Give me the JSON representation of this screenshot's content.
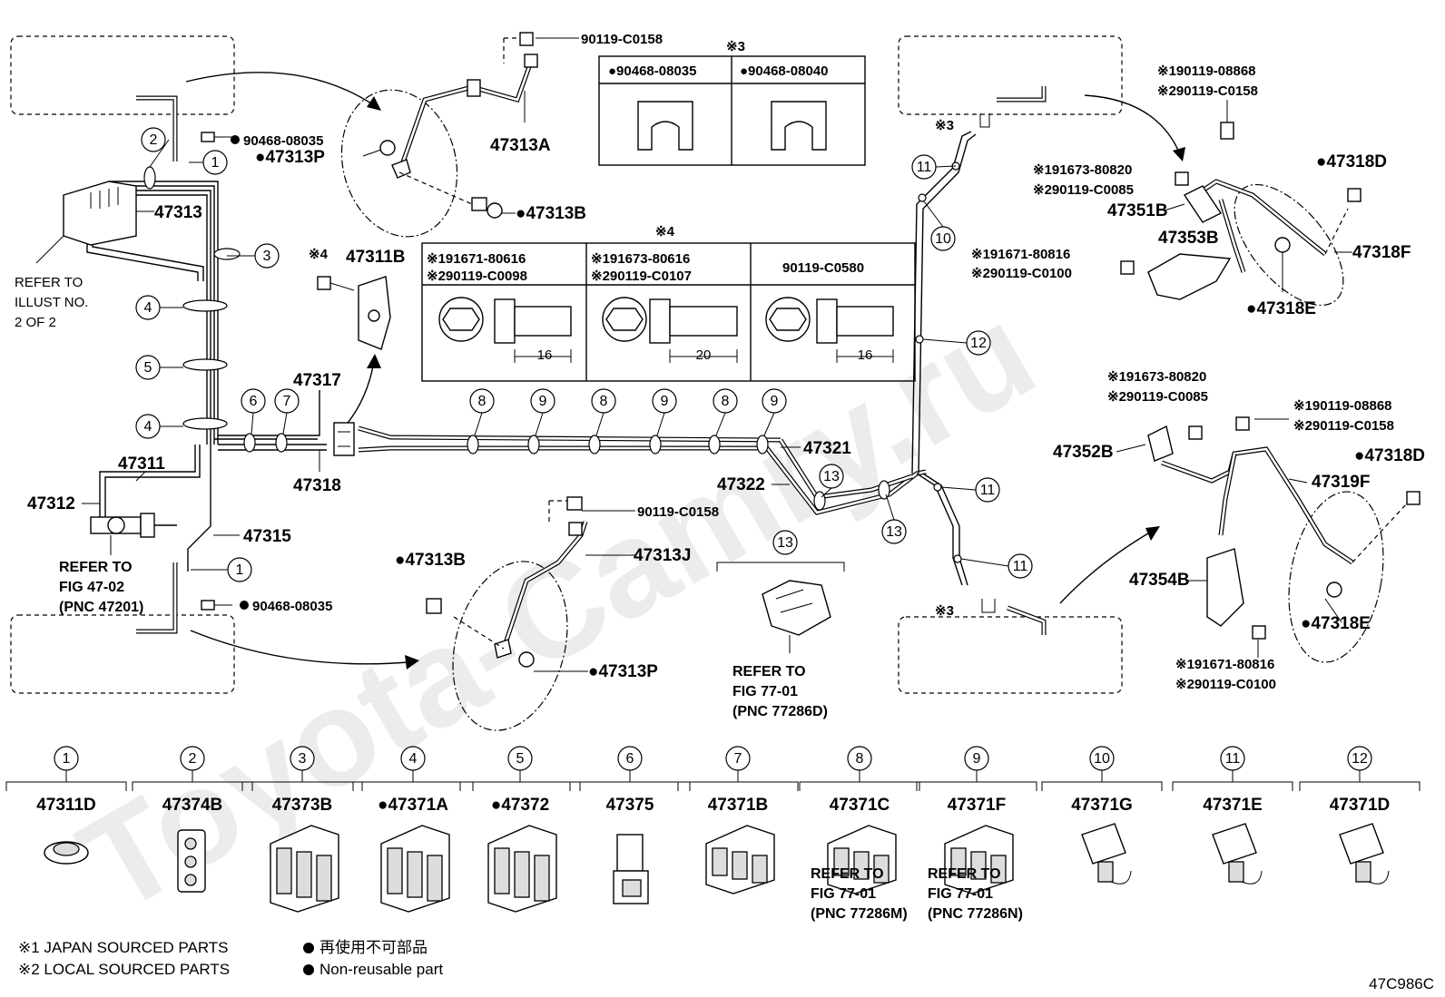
{
  "diagram_code": "47C986C",
  "watermark": "Toyota-Camry.ru",
  "legend": {
    "japan": "※1 JAPAN SOURCED PARTS",
    "local": "※2 LOCAL SOURCED PARTS",
    "nonreuse_jp": "再使用不可部品",
    "nonreuse_en": "Non-reusable part"
  },
  "refer_illust": [
    "REFER TO",
    "ILLUST NO.",
    "2 OF 2"
  ],
  "refer_4702": [
    "REFER TO",
    "FIG 47-02",
    "(PNC 47201)"
  ],
  "refer_77286D": [
    "REFER TO",
    "FIG 77-01",
    "(PNC 77286D)"
  ],
  "refer_77286M": [
    "REFER TO",
    "FIG 77-01",
    "(PNC 77286M)"
  ],
  "refer_77286N": [
    "REFER TO",
    "FIG 77-01",
    "(PNC 77286N)"
  ],
  "table3": {
    "mark": "※3",
    "cols": [
      "●90468-08035",
      "●90468-08040"
    ]
  },
  "table4": {
    "mark": "※4",
    "cols": [
      {
        "l1": "※191671-80616",
        "l2": "※290119-C0098",
        "len": "16"
      },
      {
        "l1": "※191673-80616",
        "l2": "※290119-C0107",
        "len": "20"
      },
      {
        "l1": "90119-C0580",
        "l2": "",
        "len": "16"
      }
    ]
  },
  "labels": {
    "p90119C0158_top": "90119-C0158",
    "p47313A": "47313A",
    "p47313P_top": "●47313P",
    "p47313B_top": "●47313B",
    "p90468_top": "90468-08035",
    "p47313": "47313",
    "p47311B": "47311B",
    "s4": "※4",
    "p47317": "47317",
    "p47318": "47318",
    "p47311": "47311",
    "p47312": "47312",
    "p47315": "47315",
    "p90468_bot": "90468-08035",
    "p47321": "47321",
    "p47322": "47322",
    "p90119C0158_mid": "90119-C0158",
    "p47313J": "47313J",
    "p47313B_bot": "●47313B",
    "p47313P_bot": "●47313P",
    "s3a": "※3",
    "s3b": "※3",
    "r_90119_08868_1": "※190119-08868",
    "r_90119_C0158_2": "※290119-C0158",
    "r_91673_80820_1": "※191673-80820",
    "r_90119_C0085_2": "※290119-C0085",
    "p47318D_top": "●47318D",
    "p47351B": "47351B",
    "p47353B": "47353B",
    "r_91671_80816_1": "※191671-80816",
    "r_90119_C0100_2": "※290119-C0100",
    "p47318F": "47318F",
    "p47318E_top": "●47318E",
    "r2_91673_80820_1": "※191673-80820",
    "r2_90119_C0085_2": "※290119-C0085",
    "r2_90119_08868_1": "※190119-08868",
    "r2_90119_C0158_2": "※290119-C0158",
    "p47352B": "47352B",
    "p47318D_bot": "●47318D",
    "p47319F": "47319F",
    "p47354B": "47354B",
    "p47318E_bot": "●47318E",
    "r2_91671_80816_1": "※191671-80816",
    "r2_90119_C0100_2": "※290119-C0100"
  },
  "callouts": [
    "1",
    "2",
    "3",
    "4",
    "5",
    "6",
    "7",
    "8",
    "9",
    "10",
    "11",
    "12",
    "13"
  ],
  "bottom_parts": [
    {
      "num": "1",
      "pn": "47311D"
    },
    {
      "num": "2",
      "pn": "47374B"
    },
    {
      "num": "3",
      "pn": "47373B"
    },
    {
      "num": "4",
      "pn": "●47371A"
    },
    {
      "num": "5",
      "pn": "●47372"
    },
    {
      "num": "6",
      "pn": "47375"
    },
    {
      "num": "7",
      "pn": "47371B"
    },
    {
      "num": "8",
      "pn": "47371C"
    },
    {
      "num": "9",
      "pn": "47371F"
    },
    {
      "num": "10",
      "pn": "47371G"
    },
    {
      "num": "11",
      "pn": "47371E"
    },
    {
      "num": "12",
      "pn": "47371D"
    }
  ]
}
